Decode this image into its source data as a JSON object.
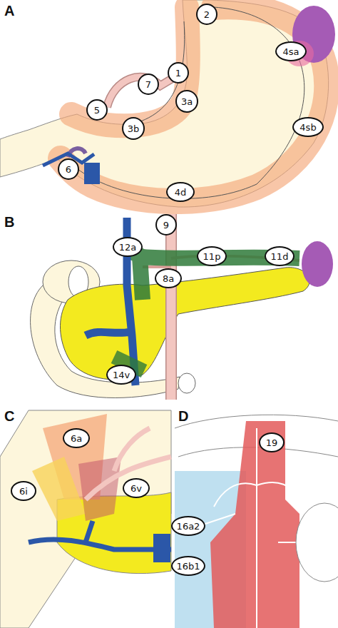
{
  "diagram": {
    "nodes": [
      {
        "text": [
          "2"
        ]
      },
      {
        "text": [
          "1"
        ]
      },
      {
        "text": [
          "7"
        ]
      },
      {
        "text": [
          "4sa"
        ]
      },
      {
        "text": [
          "3a"
        ]
      },
      {
        "text": [
          "5"
        ]
      },
      {
        "text": [
          "3b"
        ]
      },
      {
        "text": [
          "4sb"
        ]
      },
      {
        "text": [
          "6"
        ]
      },
      {
        "text": [
          "4d"
        ]
      },
      {
        "text": [
          "9"
        ]
      },
      {
        "text": [
          "12a"
        ]
      },
      {
        "text": [
          "11p"
        ]
      },
      {
        "text": [
          "11d"
        ]
      },
      {
        "text": [
          "8a"
        ]
      },
      {
        "text": [
          "14v"
        ]
      },
      {
        "text": [
          "6a"
        ]
      },
      {
        "text": [
          "6i"
        ]
      },
      {
        "text": [
          "6v"
        ]
      },
      {
        "text": [
          "19"
        ]
      },
      {
        "text": [
          "16a2"
        ]
      },
      {
        "text": [
          "16b1"
        ]
      }
    ],
    "labels": [
      "A",
      "B",
      "C",
      "D"
    ]
  }
}
